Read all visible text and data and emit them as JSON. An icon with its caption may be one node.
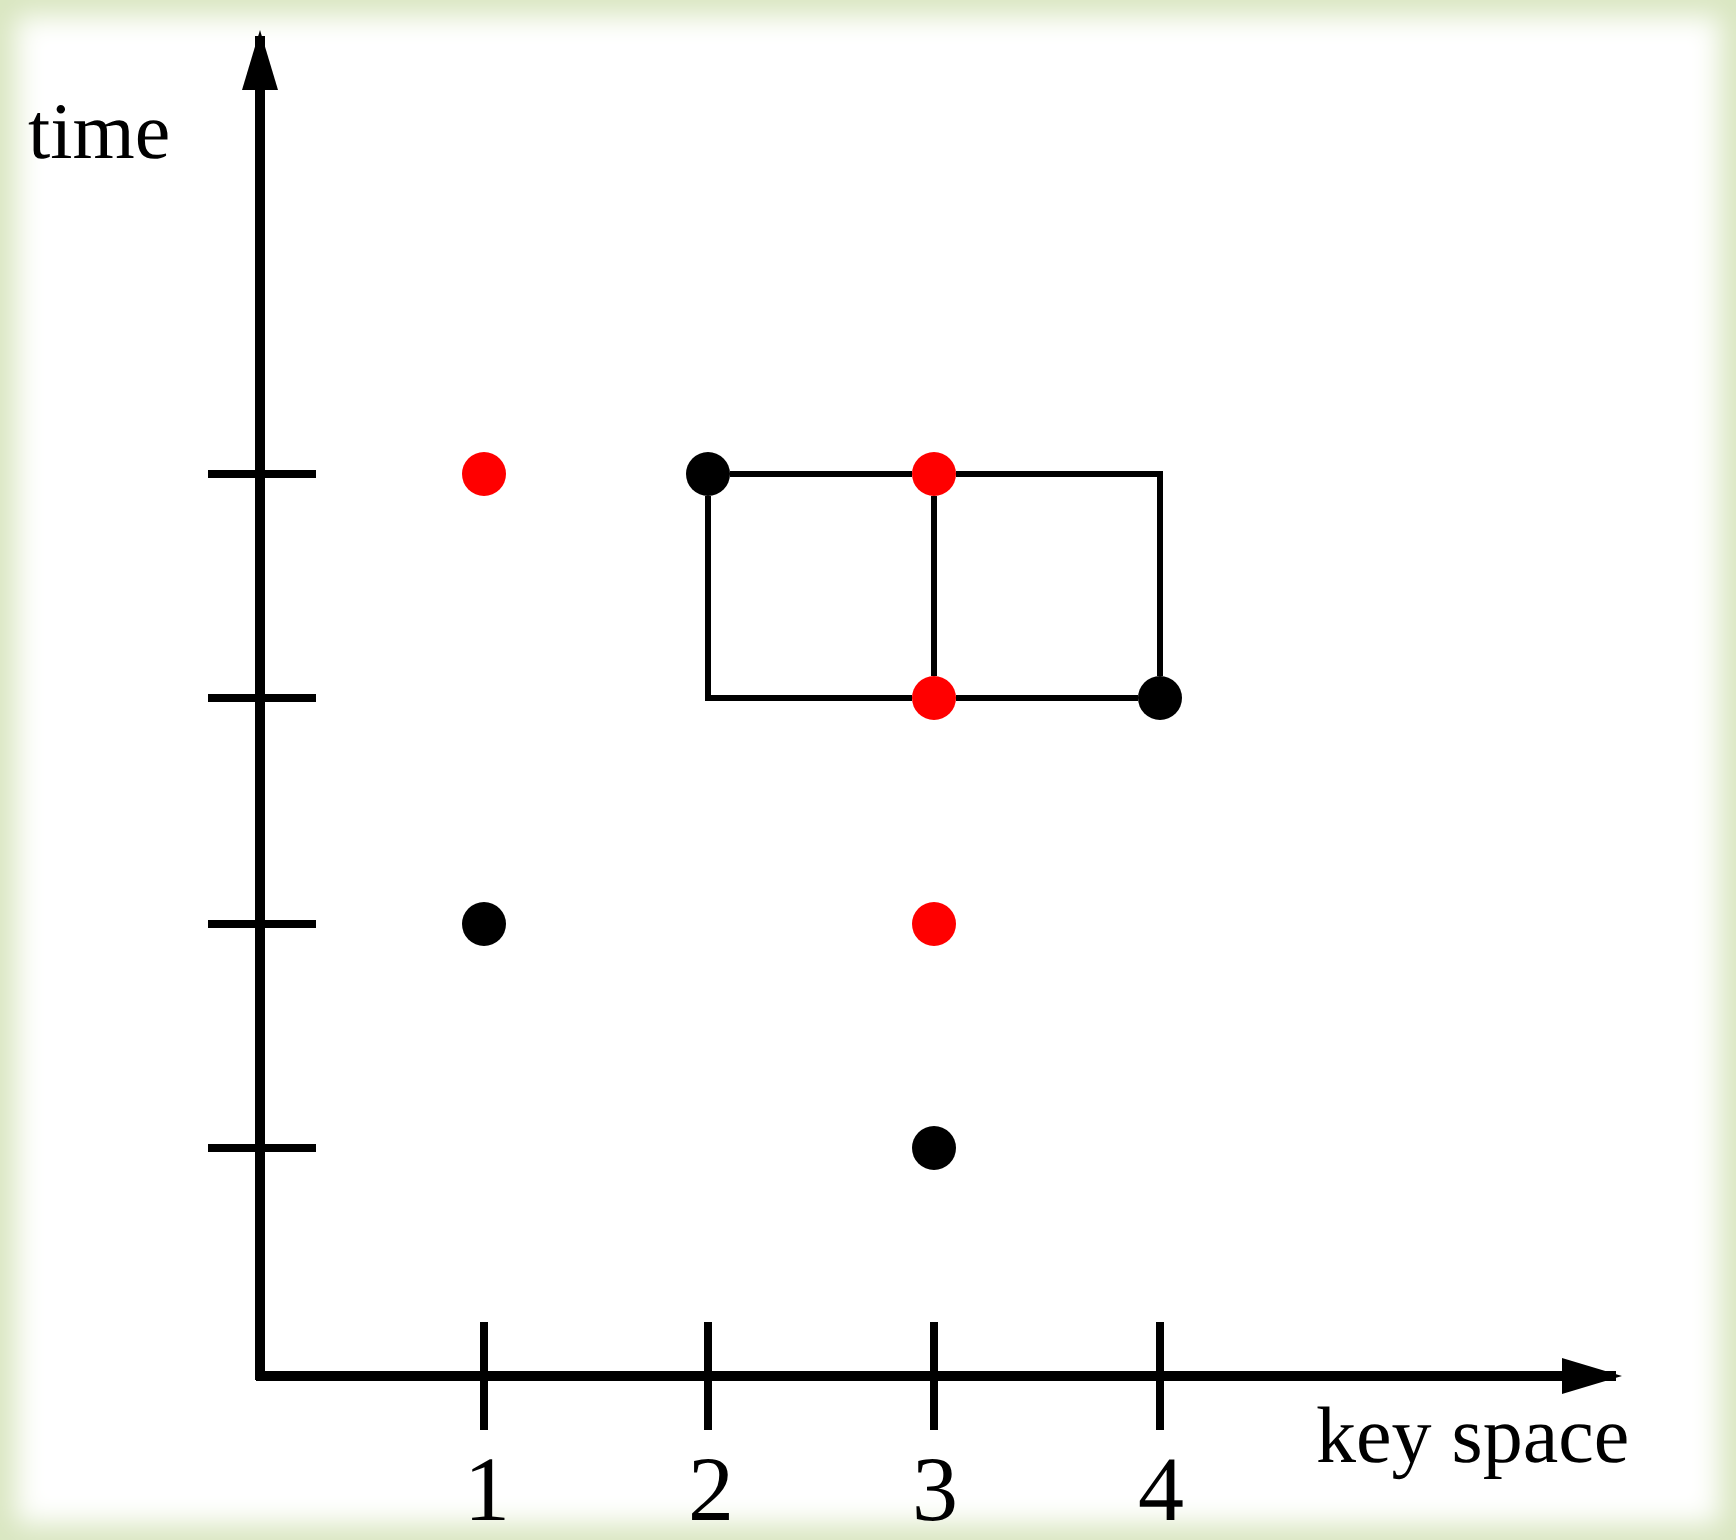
{
  "diagram": {
    "nodes": [
      {
        "text": [],
        "shape": "circle"
      },
      {
        "text": [],
        "shape": "circle"
      },
      {
        "text": [],
        "shape": "circle"
      },
      {
        "text": [],
        "shape": "circle"
      },
      {
        "text": [],
        "shape": "circle"
      },
      {
        "text": [],
        "shape": "circle"
      },
      {
        "text": [],
        "shape": "circle"
      },
      {
        "text": [],
        "shape": "circle"
      }
    ],
    "edges": [
      {
        "from": 1,
        "to": 2,
        "arrow": "none"
      },
      {
        "from": 1,
        "to": 3,
        "arrow": "none"
      },
      {
        "from": 2,
        "to": 3,
        "arrow": "none"
      },
      {
        "from": 2,
        "to": 4,
        "arrow": "none"
      },
      {
        "from": 3,
        "to": 4,
        "arrow": "none"
      }
    ],
    "labels": [
      "time",
      "key space",
      "1",
      "2",
      "3",
      "4"
    ]
  }
}
